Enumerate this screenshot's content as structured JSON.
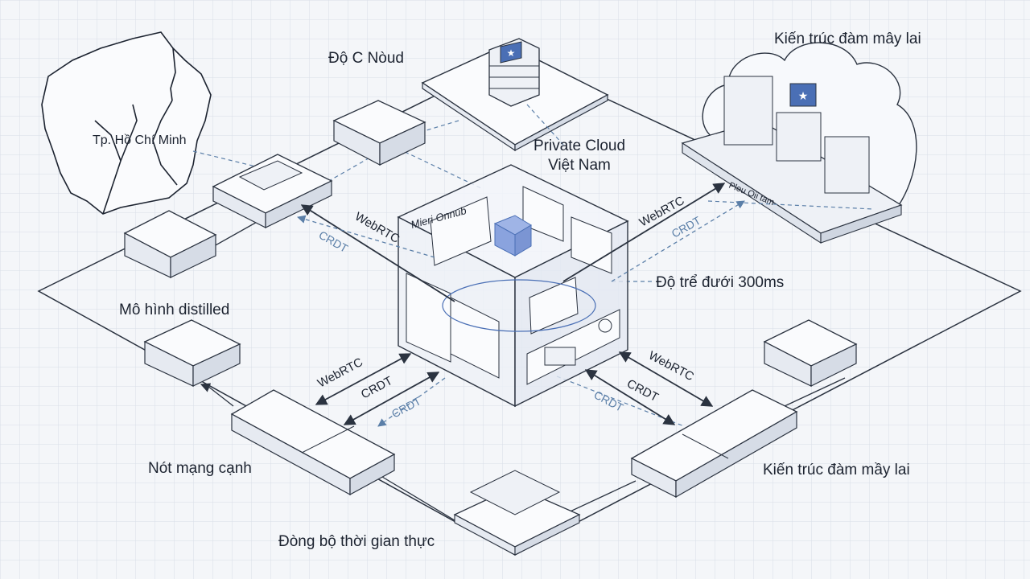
{
  "labels": {
    "city": "Tp. Hồ Chí Minh",
    "do_c_noud": "Độ C Nòud",
    "hybrid_top": "Kiến trúc đàm mây lai",
    "private_cloud": "Private Cloud\nViệt Nam",
    "latency": "Độ trể đưới 300ms",
    "distilled": "Mô hình distilled",
    "edge_node": "Nót mạng cạnh",
    "hybrid_bottom": "Kiến trúc đàm mầy lai",
    "realtime_sync": "Đòng bộ thời gian thực",
    "cube_caption": "Mieri Onnub",
    "cloud_caption": "Pleu Oii tam"
  },
  "arrows": {
    "webrtc": "WebRTC",
    "crdt": "CRDT"
  },
  "colors": {
    "ink": "#1c2330",
    "line": "#2b3340",
    "dashed": "#5b7fa8",
    "accent": "#4a6fb5",
    "grid": "#d8dee8",
    "cube_highlight": "#9fb4e6"
  }
}
